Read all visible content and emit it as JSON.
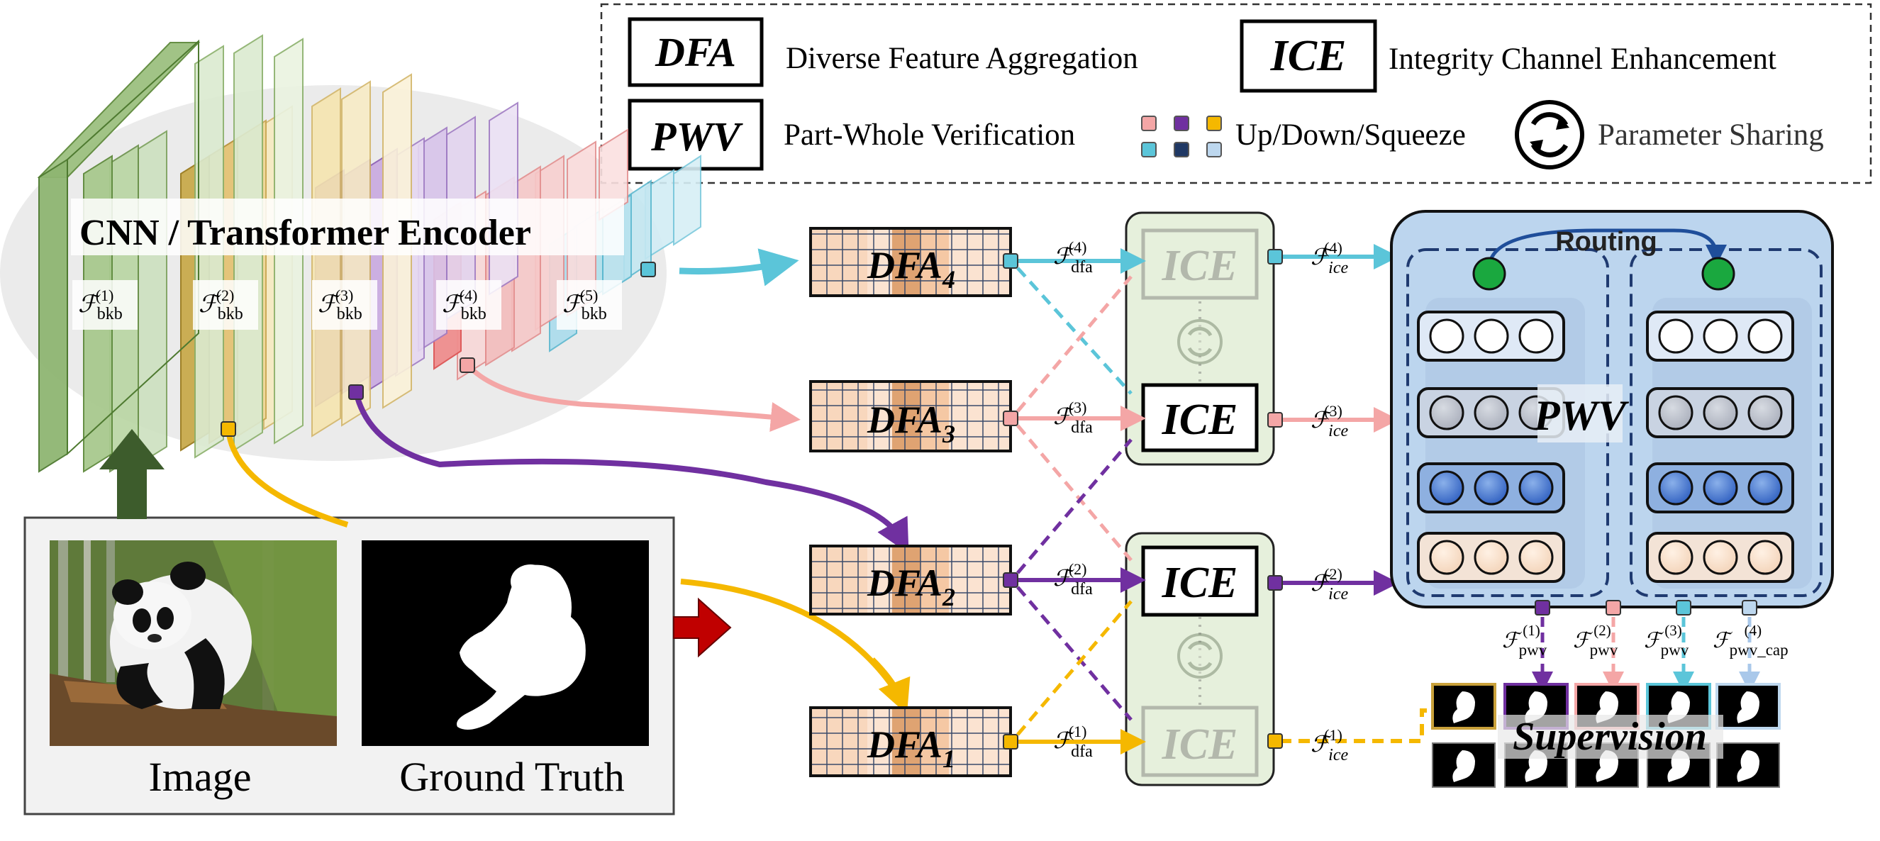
{
  "legend": {
    "dfa_abbr": "DFA",
    "dfa_name": "Diverse Feature Aggregation",
    "ice_abbr": "ICE",
    "ice_name": "Integrity Channel Enhancement",
    "pwv_abbr": "PWV",
    "pwv_name": "Part-Whole Verification",
    "updown_label": "Up/Down/Squeeze",
    "sharing_label": "Parameter Sharing"
  },
  "encoder": {
    "title": "CNN / Transformer  Encoder",
    "features": [
      {
        "base": "ℱ",
        "sub": "bkb",
        "sup": "(1)"
      },
      {
        "base": "ℱ",
        "sub": "bkb",
        "sup": "(2)"
      },
      {
        "base": "ℱ",
        "sub": "bkb",
        "sup": "(3)"
      },
      {
        "base": "ℱ",
        "sub": "bkb",
        "sup": "(4)"
      },
      {
        "base": "ℱ",
        "sub": "bkb",
        "sup": "(5)"
      }
    ]
  },
  "input": {
    "image_label": "Image",
    "gt_label": "Ground Truth"
  },
  "dfa_blocks": [
    {
      "name": "DFA",
      "sub": "4"
    },
    {
      "name": "DFA",
      "sub": "3"
    },
    {
      "name": "DFA",
      "sub": "2"
    },
    {
      "name": "DFA",
      "sub": "1"
    }
  ],
  "dfa_features": [
    {
      "base": "ℱ",
      "sub": "dfa",
      "sup": "(4)"
    },
    {
      "base": "ℱ",
      "sub": "dfa",
      "sup": "(3)"
    },
    {
      "base": "ℱ",
      "sub": "dfa",
      "sup": "(2)"
    },
    {
      "base": "ℱ",
      "sub": "dfa",
      "sup": "(1)"
    }
  ],
  "ice_blocks": [
    "ICE",
    "ICE",
    "ICE",
    "ICE"
  ],
  "ice_features": [
    {
      "base": "ℱ",
      "sub": "ice",
      "sup": "(4)"
    },
    {
      "base": "ℱ",
      "sub": "ice",
      "sup": "(3)"
    },
    {
      "base": "ℱ",
      "sub": "ice",
      "sup": "(2)"
    },
    {
      "base": "ℱ",
      "sub": "ice",
      "sup": "(1)"
    }
  ],
  "pwv": {
    "label": "PWV",
    "routing_label": "Routing"
  },
  "pwv_features": [
    {
      "base": "ℱ",
      "sub": "pwv",
      "sup": "(1)"
    },
    {
      "base": "ℱ",
      "sub": "pwv",
      "sup": "(2)"
    },
    {
      "base": "ℱ",
      "sub": "pwv",
      "sup": "(3)"
    },
    {
      "base": "ℱ",
      "sub": "pwv_cap",
      "sup": "(4)"
    }
  ],
  "supervision_label": "Supervision",
  "colors": {
    "level1": "#f5b800",
    "level2": "#7030a0",
    "level3": "#f4a6a6",
    "level4": "#5bc5d9",
    "encoder_arrow": "#3d5c2c",
    "ice_fill": "#e6f0dc",
    "pwv_fill": "#bcd5ee",
    "big_arrow": "#c00000"
  }
}
